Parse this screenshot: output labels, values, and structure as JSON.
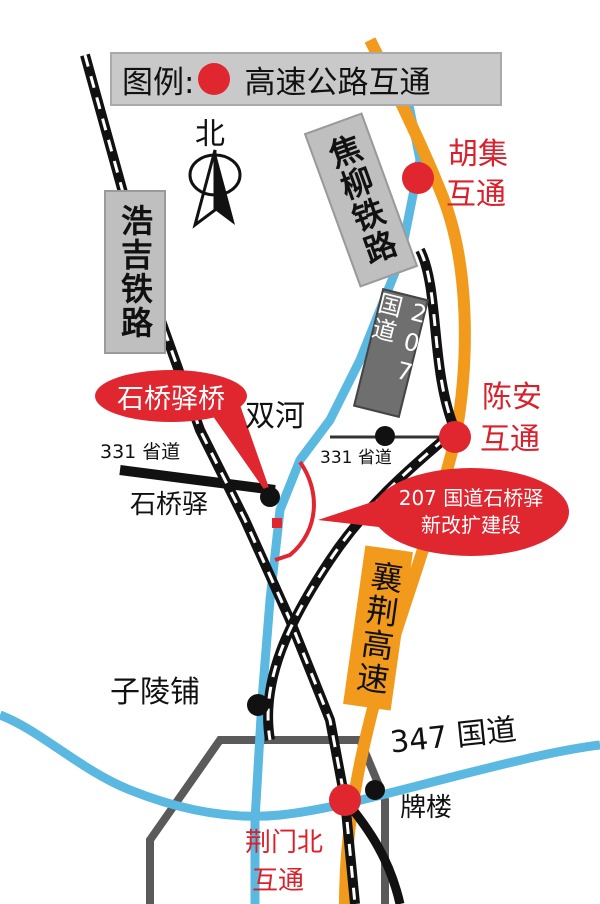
{
  "legend": {
    "prefix": "图例:",
    "text": "高速公路互通"
  },
  "north": "北",
  "railways": {
    "haoji": "浩吉铁路",
    "jiaoliu": "焦柳铁路"
  },
  "roads": {
    "g207": "207 国道",
    "xiangjing": "襄荆高速",
    "g347": "347 国道",
    "s331_left": "331 省道",
    "s331_right": "331 省道"
  },
  "callouts": {
    "bridge": "石桥驿桥",
    "section_line1": "207 国道石桥驿",
    "section_line2": "新改扩建段"
  },
  "places": {
    "shuanghe": "双河",
    "shiqiaoyi": "石桥驿",
    "zilingpu": "子陵铺",
    "pailou": "牌楼"
  },
  "interchanges": {
    "huji": [
      "胡集",
      "互通"
    ],
    "chenan": [
      "陈安",
      "互通"
    ],
    "jingmenbei": [
      "荆门北",
      "互通"
    ]
  },
  "colors": {
    "expressway": "#f29a1c",
    "interchange": "#e0262f",
    "national_road": "#5bb8e0",
    "railway": "#111111",
    "city_ring": "#5a5a5a"
  }
}
